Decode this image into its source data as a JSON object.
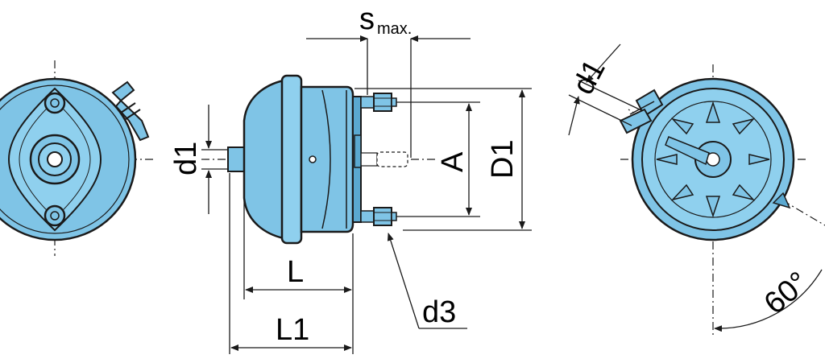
{
  "colors": {
    "body_fill": "#7fc4e6",
    "body_dark": "#5aa8d0",
    "line": "#1a1a1a",
    "background": "#ffffff"
  },
  "labels": {
    "s_main": "s",
    "s_sub": "max.",
    "d1_left": "d1",
    "d1_right": "d1",
    "A": "A",
    "D1": "D1",
    "L": "L",
    "L1": "L1",
    "d3": "d3",
    "angle": "60°"
  }
}
